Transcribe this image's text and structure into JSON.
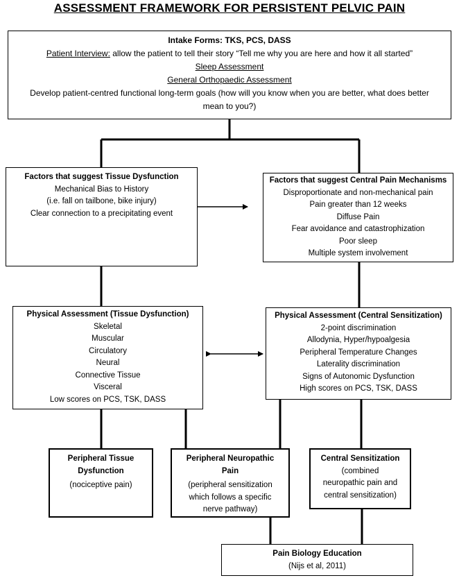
{
  "title": "ASSESSMENT FRAMEWORK FOR PERSISTENT PELVIC PAIN",
  "intake": {
    "heading": "Intake Forms: TKS, PCS, DASS",
    "interview_label": "Patient Interview:",
    "interview_text": " allow the patient to tell their story “Tell me why you are here and how it all started”",
    "sleep": "Sleep Assessment",
    "ortho": "General Orthopaedic Assessment",
    "goals_1": "Develop patient-centred functional long-term goals (how will you know when you are better, what does better",
    "goals_2": "mean to you?)"
  },
  "tissue_factors": {
    "heading": "Factors that suggest Tissue Dysfunction",
    "lines": [
      "Mechanical Bias to History",
      "(i.e. fall on tailbone, bike injury)",
      "Clear connection to a precipitating event"
    ]
  },
  "central_factors": {
    "heading": "Factors that suggest Central Pain Mechanisms",
    "lines": [
      "Disproportionate and non-mechanical pain",
      "Pain greater than 12 weeks",
      "Diffuse Pain",
      "Fear avoidance and catastrophization",
      "Poor sleep",
      "Multiple system involvement"
    ]
  },
  "pa_tissue": {
    "heading": "Physical Assessment (Tissue Dysfunction)",
    "lines": [
      "Skeletal",
      "Muscular",
      "Circulatory",
      "Neural",
      "Connective Tissue",
      "Visceral",
      "Low scores on PCS, TSK, DASS"
    ]
  },
  "pa_central": {
    "heading": "Physical Assessment (Central Sensitization)",
    "lines": [
      "2-point discrimination",
      "Allodynia, Hyper/hypoalgesia",
      "Peripheral Temperature Changes",
      "Laterality discrimination",
      "Signs of Autonomic Dysfunction",
      "High scores on PCS, TSK, DASS"
    ]
  },
  "outcome_tissue": {
    "heading_1": "Peripheral Tissue",
    "heading_2": "Dysfunction",
    "lines": [
      "(nociceptive pain)"
    ]
  },
  "outcome_neuro": {
    "heading_1": "Peripheral Neuropathic",
    "heading_2": "Pain",
    "lines": [
      "(peripheral sensitization",
      "which follows a specific",
      "nerve pathway)"
    ]
  },
  "outcome_central": {
    "heading": "Central Sensitization",
    "lines": [
      "(combined",
      "neuropathic pain and",
      "central sensitization)"
    ]
  },
  "education": {
    "heading": "Pain Biology Education",
    "citation": "(Nijs et al, 2011)"
  }
}
